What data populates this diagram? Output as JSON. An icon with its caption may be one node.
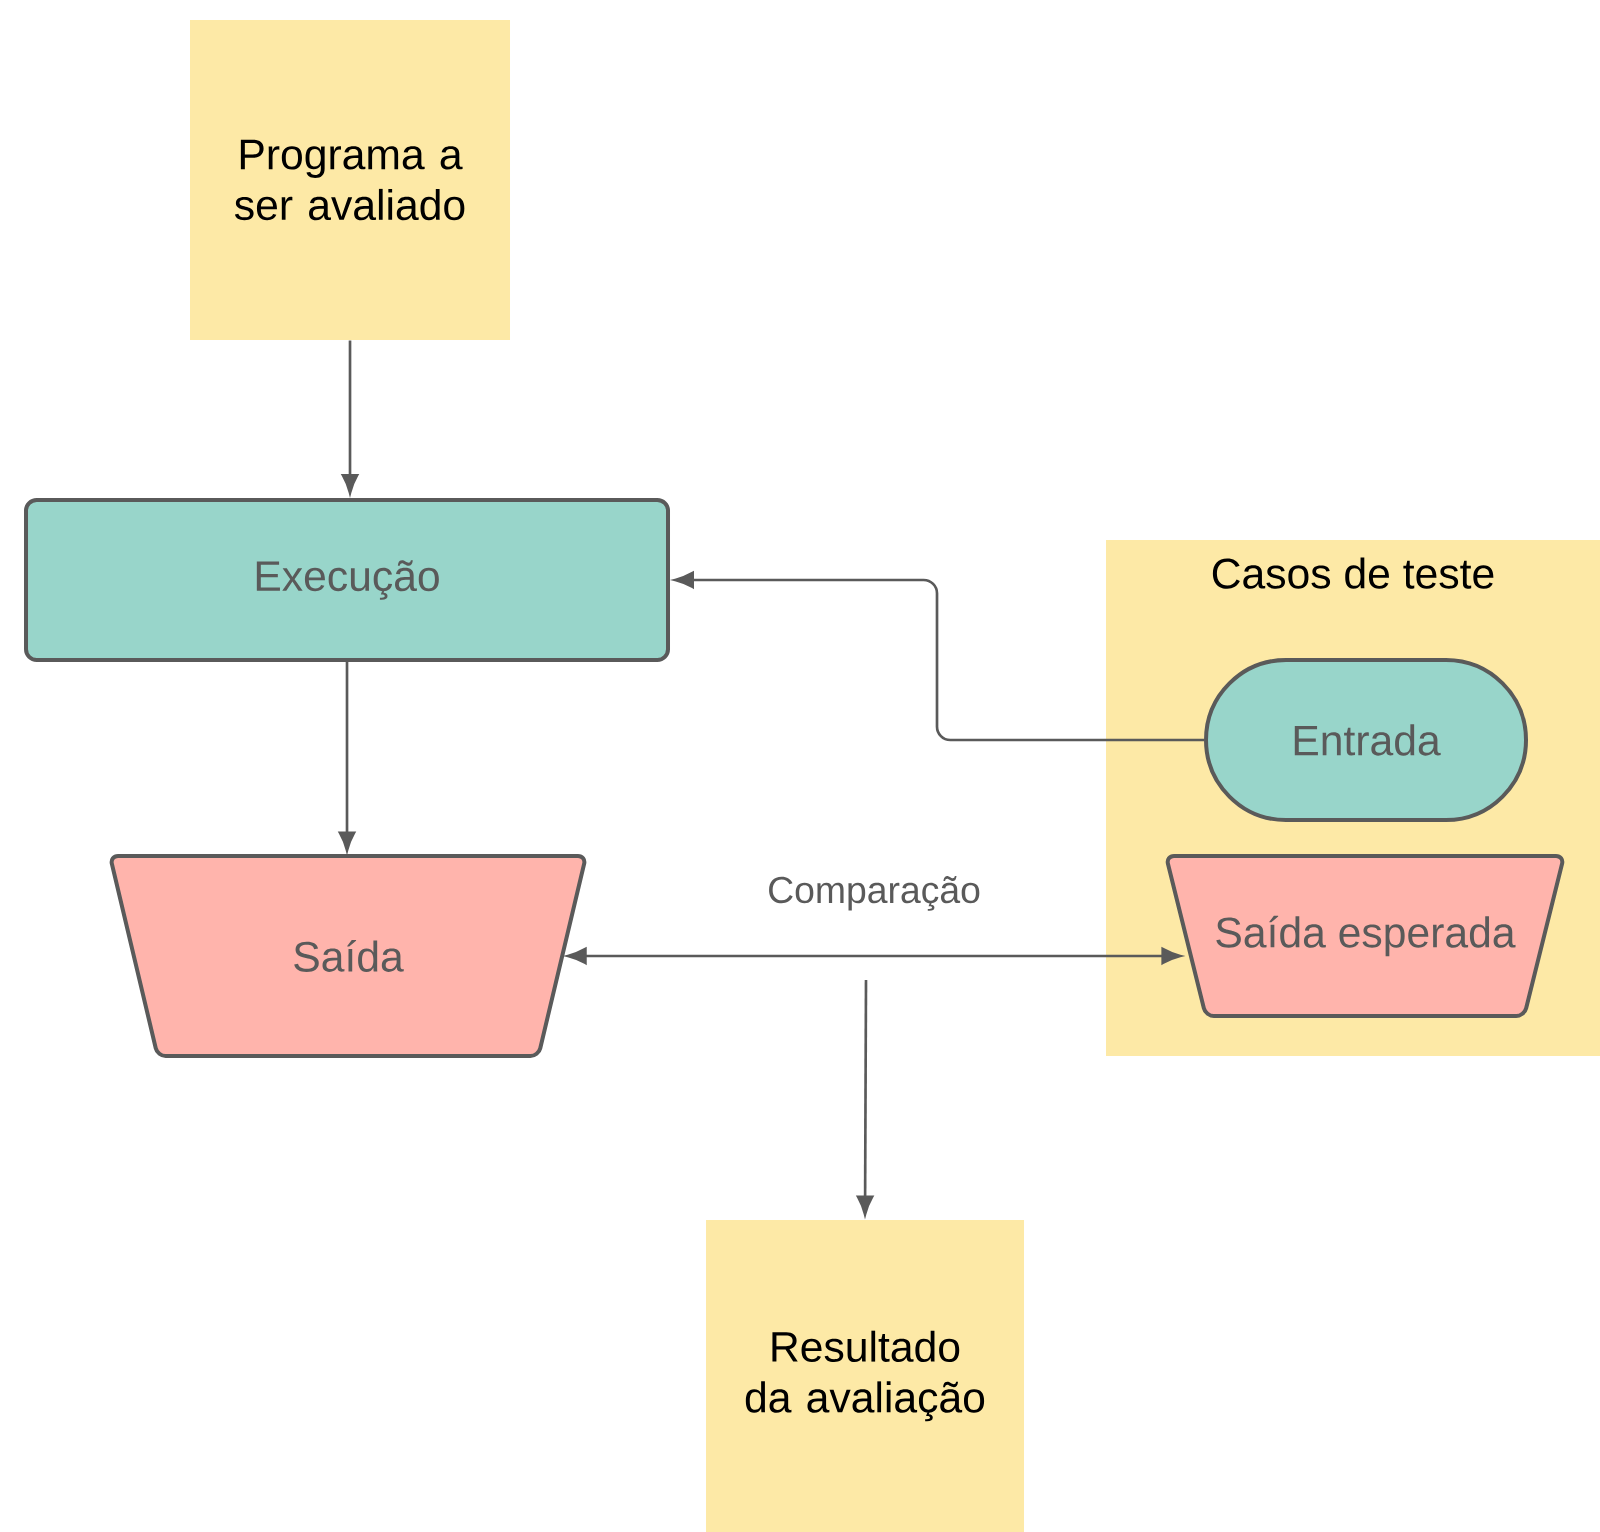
{
  "diagram": {
    "nodes": [
      {
        "text": [
          "Programa a ser avaliado"
        ]
      },
      {
        "text": [
          "Execução"
        ]
      },
      {
        "text": [
          "Casos de teste"
        ]
      },
      {
        "text": [
          "Entrada"
        ],
        "in": 2
      },
      {
        "text": [
          "Saída esperada"
        ],
        "in": 2
      },
      {
        "text": [
          "Saída"
        ]
      },
      {
        "text": [
          "Resultado da avaliação"
        ]
      }
    ],
    "edges": [
      {
        "from": 0,
        "to": 1,
        "arrow": "to"
      },
      {
        "from": 3,
        "to": 1,
        "arrow": "to"
      },
      {
        "from": 1,
        "to": 5,
        "arrow": "to"
      },
      {
        "from": 5,
        "to": 4,
        "arrow": "both",
        "label": "Comparação"
      },
      {
        "from": null,
        "to": 6,
        "arrow": "to"
      }
    ]
  }
}
